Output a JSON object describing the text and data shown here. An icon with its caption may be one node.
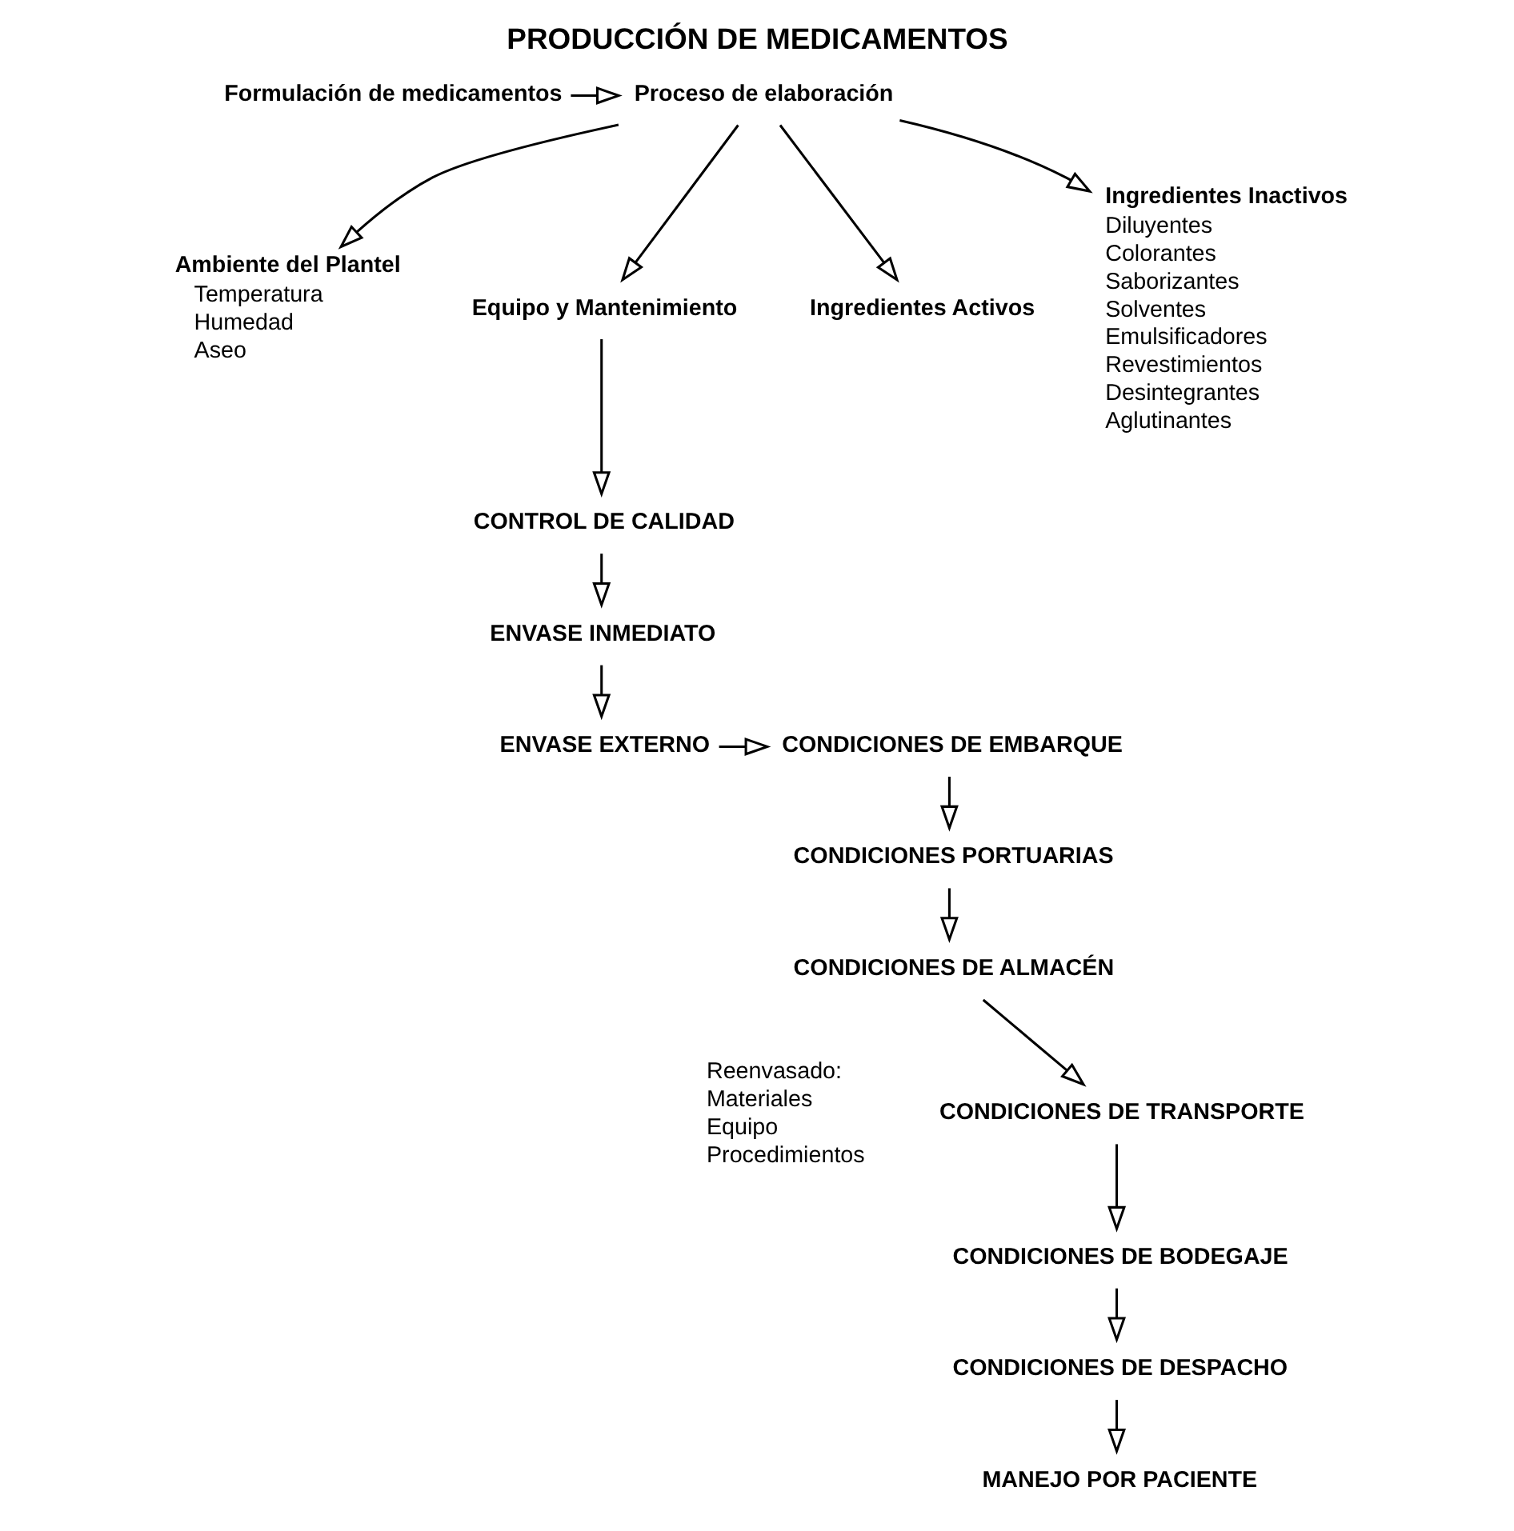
{
  "diagram": {
    "title": "PRODUCCIÓN DE MEDICAMENTOS",
    "nodes": [
      {
        "text": [
          "Formulación de medicamentos"
        ]
      },
      {
        "text": [
          "Proceso de elaboración"
        ]
      },
      {
        "text": [
          "Ambiente del Plantel",
          "Temperatura",
          "Humedad",
          "Aseo"
        ]
      },
      {
        "text": [
          "Equipo y Mantenimiento"
        ]
      },
      {
        "text": [
          "Ingredientes Activos"
        ]
      },
      {
        "text": [
          "Ingredientes Inactivos",
          "Diluyentes",
          "Colorantes",
          "Saborizantes",
          "Solventes",
          "Emulsificadores",
          "Revestimientos",
          "Desintegrantes",
          "Aglutinantes"
        ]
      },
      {
        "text": [
          "CONTROL DE CALIDAD"
        ]
      },
      {
        "text": [
          "ENVASE INMEDIATO"
        ]
      },
      {
        "text": [
          "ENVASE EXTERNO"
        ]
      },
      {
        "text": [
          "CONDICIONES DE EMBARQUE"
        ]
      },
      {
        "text": [
          "CONDICIONES PORTUARIAS"
        ]
      },
      {
        "text": [
          "CONDICIONES DE ALMACÉN"
        ],
        "beside": [
          "Reenvasado:",
          "Materiales",
          "Equipo",
          "Procedimientos"
        ]
      },
      {
        "text": [
          "CONDICIONES DE TRANSPORTE"
        ]
      },
      {
        "text": [
          "CONDICIONES DE BODEGAJE"
        ]
      },
      {
        "text": [
          "CONDICIONES DE DESPACHO"
        ]
      },
      {
        "text": [
          "MANEJO POR PACIENTE"
        ]
      }
    ],
    "edges": [
      {
        "from": 0,
        "to": 1,
        "arrow": "to"
      },
      {
        "from": 1,
        "to": 2,
        "arrow": "to"
      },
      {
        "from": 1,
        "to": 3,
        "arrow": "to"
      },
      {
        "from": 1,
        "to": 4,
        "arrow": "to"
      },
      {
        "from": 1,
        "to": 5,
        "arrow": "to"
      },
      {
        "from": 3,
        "to": 6,
        "arrow": "to"
      },
      {
        "from": 6,
        "to": 7,
        "arrow": "to"
      },
      {
        "from": 7,
        "to": 8,
        "arrow": "to"
      },
      {
        "from": 8,
        "to": 9,
        "arrow": "to"
      },
      {
        "from": 9,
        "to": 10,
        "arrow": "to"
      },
      {
        "from": 10,
        "to": 11,
        "arrow": "to"
      },
      {
        "from": 11,
        "to": 12,
        "arrow": "to"
      },
      {
        "from": 12,
        "to": 13,
        "arrow": "to"
      },
      {
        "from": 13,
        "to": 14,
        "arrow": "to"
      },
      {
        "from": 14,
        "to": 15,
        "arrow": "to"
      }
    ]
  }
}
